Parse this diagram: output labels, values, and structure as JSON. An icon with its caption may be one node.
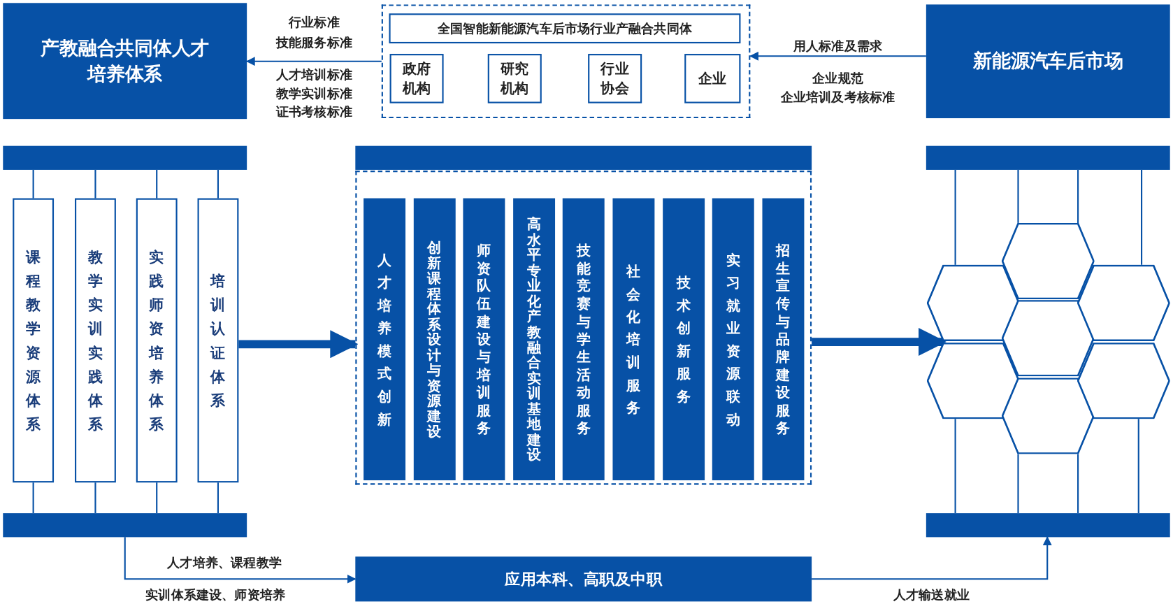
{
  "diagram": {
    "nodes": [
      {
        "text": [
          "产教融合共同体人才培养体系"
        ]
      },
      {
        "text": [],
        "shape": "box"
      },
      {
        "text": [
          "全国智能新能源汽车后市场行业产融合共同体"
        ],
        "in": 1
      },
      {
        "text": [
          "政府机构"
        ],
        "in": 1
      },
      {
        "text": [
          "研究机构"
        ],
        "in": 1
      },
      {
        "text": [
          "行业协会"
        ],
        "in": 1
      },
      {
        "text": [
          "企业"
        ],
        "in": 1
      },
      {
        "text": [
          "新能源汽车后市场"
        ]
      },
      {
        "text": [],
        "shape": "bar"
      },
      {
        "text": [
          "课程教学资源体系"
        ]
      },
      {
        "text": [
          "教学实训实践体系"
        ]
      },
      {
        "text": [
          "实践师资培养体系"
        ]
      },
      {
        "text": [
          "培训认证体系"
        ]
      },
      {
        "text": [],
        "shape": "bar"
      },
      {
        "text": [],
        "shape": "bar"
      },
      {
        "text": [],
        "shape": "box"
      },
      {
        "text": [
          "人才培养模式创新"
        ],
        "in": 15
      },
      {
        "text": [
          "创新课程体系设计与资源建设"
        ],
        "in": 15
      },
      {
        "text": [
          "师资队伍建设与培训服务"
        ],
        "in": 15
      },
      {
        "text": [
          "高水平专业化产教融合实训基地建设"
        ],
        "in": 15
      },
      {
        "text": [
          "技能竞赛与学生活动服务"
        ],
        "in": 15
      },
      {
        "text": [
          "社会化培训服务"
        ],
        "in": 15
      },
      {
        "text": [
          "技术创新服务"
        ],
        "in": 15
      },
      {
        "text": [
          "实习就业资源联动"
        ],
        "in": 15
      },
      {
        "text": [
          "招生宣传与品牌建设服务"
        ],
        "in": 15
      },
      {
        "text": [],
        "shape": "bar"
      },
      {
        "text": [],
        "shape": "bar"
      },
      {
        "text": [],
        "shape": "hexagon"
      },
      {
        "text": [],
        "shape": "hexagon"
      },
      {
        "text": [],
        "shape": "hexagon"
      },
      {
        "text": [],
        "shape": "hexagon"
      },
      {
        "text": [],
        "shape": "hexagon"
      },
      {
        "text": [],
        "shape": "hexagon"
      },
      {
        "text": [],
        "shape": "hexagon"
      },
      {
        "text": [
          "应用本科、高职及中职"
        ]
      }
    ],
    "edges": [
      {
        "from": 1,
        "to": 0,
        "arrow": "to"
      },
      {
        "from": 7,
        "to": 1,
        "arrow": "to",
        "label": "用人标准及需求"
      },
      {
        "from": 8,
        "to": 9,
        "arrow": "none"
      },
      {
        "from": 8,
        "to": 10,
        "arrow": "none"
      },
      {
        "from": 8,
        "to": 11,
        "arrow": "none"
      },
      {
        "from": 8,
        "to": 12,
        "arrow": "none"
      },
      {
        "from": 9,
        "to": 13,
        "arrow": "none"
      },
      {
        "from": 10,
        "to": 13,
        "arrow": "none"
      },
      {
        "from": 11,
        "to": 13,
        "arrow": "none"
      },
      {
        "from": 12,
        "to": 13,
        "arrow": "none"
      },
      {
        "from": 12,
        "to": 15,
        "arrow": "to",
        "style": "thick"
      },
      {
        "from": 15,
        "to": 27,
        "arrow": "to",
        "style": "thick"
      },
      {
        "from": 25,
        "to": 27,
        "arrow": "none"
      },
      {
        "from": 25,
        "to": 29,
        "arrow": "none"
      },
      {
        "from": 25,
        "to": 29,
        "arrow": "none"
      },
      {
        "from": 25,
        "to": 32,
        "arrow": "none"
      },
      {
        "from": 28,
        "to": 26,
        "arrow": "none"
      },
      {
        "from": 31,
        "to": 26,
        "arrow": "none"
      },
      {
        "from": 31,
        "to": 26,
        "arrow": "none"
      },
      {
        "from": 33,
        "to": 26,
        "arrow": "none"
      },
      {
        "from": 13,
        "to": 34,
        "arrow": "to",
        "label": "人才培养、课程教学"
      },
      {
        "from": 34,
        "to": 26,
        "arrow": "to",
        "label": "人才输送就业"
      }
    ],
    "labels": [
      "行业标准",
      "技能服务标准",
      "人才培训标准",
      "教学实训标准",
      "证书考核标准",
      "企业规范",
      "企业培训及考核标准",
      "实训体系建设、师资培养"
    ]
  }
}
